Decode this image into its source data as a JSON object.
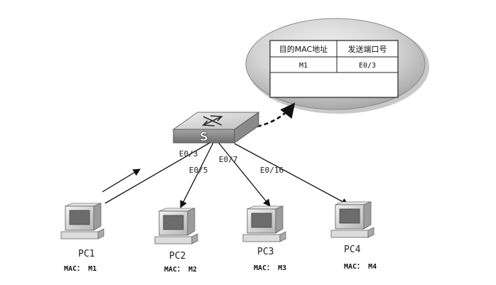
{
  "mac_table": {
    "headers": [
      "目的MAC地址",
      "发送端口号"
    ],
    "rows": [
      [
        "M1",
        "E0/3"
      ]
    ]
  },
  "switch": {
    "glyph": "S"
  },
  "ports": [
    "E0/3",
    "E0/5",
    "E0/7",
    "E0/16"
  ],
  "pcs": [
    {
      "name": "PC1",
      "mac": "MAC： M1"
    },
    {
      "name": "PC2",
      "mac": "MAC： M2"
    },
    {
      "name": "PC3",
      "mac": "MAC： M3"
    },
    {
      "name": "PC4",
      "mac": "MAC： M4"
    }
  ],
  "colors": {
    "ellipse": "#c9c9c9",
    "switch_top": "#d6d6d6",
    "switch_front": "#8f8f8f",
    "line": "#111111"
  }
}
